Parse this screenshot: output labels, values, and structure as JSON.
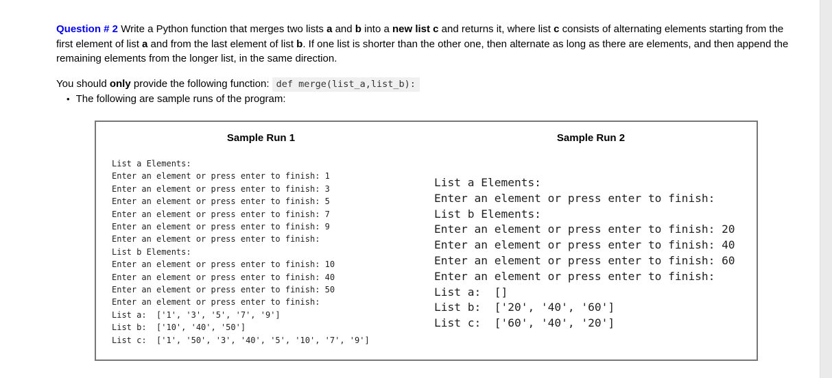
{
  "colors": {
    "question_label": "#0000ee",
    "body_text": "#000000",
    "inline_code_bg": "#f0f0f0",
    "box_border": "#767676",
    "scrollbar_track": "#eaeaea"
  },
  "question": {
    "intro_segments": [
      {
        "t": "Question # 2",
        "b": true,
        "c": "#0000ee"
      },
      {
        "t": " Write a Python function that merges two lists "
      },
      {
        "t": "a",
        "b": true
      },
      {
        "t": " and "
      },
      {
        "t": "b",
        "b": true
      },
      {
        "t": " into a "
      },
      {
        "t": "new list c",
        "b": true
      },
      {
        "t": " and returns it, where list "
      },
      {
        "t": "c",
        "b": true
      },
      {
        "t": " consists of alternating elements starting from the first element of list "
      },
      {
        "t": "a",
        "b": true
      },
      {
        "t": " and from the last element of list "
      },
      {
        "t": "b",
        "b": true
      },
      {
        "t": ". If one list is shorter than the other one, then alternate as long as there are elements, and then append the remaining elements from the longer list, in the same direction."
      }
    ],
    "instruction_segments": [
      {
        "t": "You should "
      },
      {
        "t": "only",
        "b": true
      },
      {
        "t": " provide the following function: "
      },
      {
        "t": "def merge(list_a,list_b):",
        "code": true
      }
    ],
    "bullet_marker": "•",
    "bullet_text": "The following are sample runs of the program:"
  },
  "sample_runs": {
    "run1": {
      "title": "Sample Run 1",
      "lines": [
        "List a Elements:",
        "Enter an element or press enter to finish: 1",
        "Enter an element or press enter to finish: 3",
        "Enter an element or press enter to finish: 5",
        "Enter an element or press enter to finish: 7",
        "Enter an element or press enter to finish: 9",
        "Enter an element or press enter to finish:",
        "List b Elements:",
        "Enter an element or press enter to finish: 10",
        "Enter an element or press enter to finish: 40",
        "Enter an element or press enter to finish: 50",
        "Enter an element or press enter to finish:",
        "List a:  ['1', '3', '5', '7', '9']",
        "List b:  ['10', '40', '50']",
        "List c:  ['1', '50', '3', '40', '5', '10', '7', '9']"
      ]
    },
    "run2": {
      "title": "Sample Run 2",
      "lines": [
        "List a Elements:",
        "Enter an element or press enter to finish:",
        "List b Elements:",
        "Enter an element or press enter to finish: 20",
        "Enter an element or press enter to finish: 40",
        "Enter an element or press enter to finish: 60",
        "Enter an element or press enter to finish:",
        "List a:  []",
        "List b:  ['20', '40', '60']",
        "List c:  ['60', '40', '20']"
      ]
    }
  }
}
